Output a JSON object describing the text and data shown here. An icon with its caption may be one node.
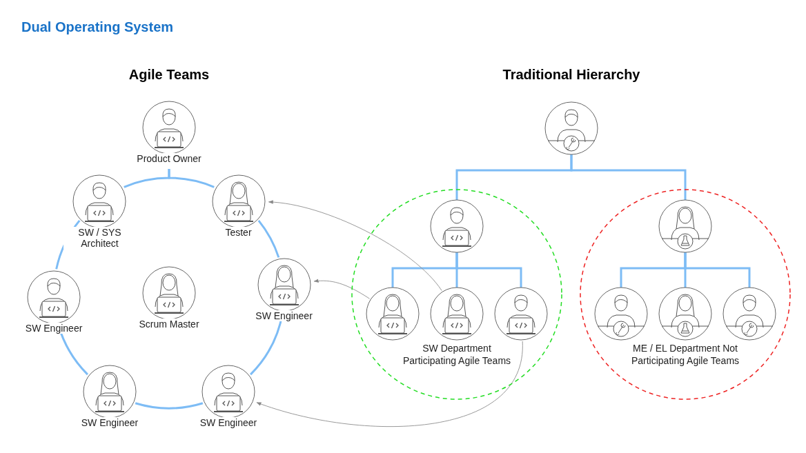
{
  "diagram": {
    "title": "Dual Operating System",
    "nodes": [
      {
        "text": [
          "Product Owner"
        ]
      },
      {
        "text": [
          "SW / SYS Architect"
        ]
      },
      {
        "text": [
          "Tester"
        ]
      },
      {
        "text": [
          "SW Engineer"
        ]
      },
      {
        "text": [
          "Scrum Master"
        ]
      },
      {
        "text": [
          "SW Engineer"
        ]
      },
      {
        "text": [
          "SW Engineer"
        ]
      },
      {
        "text": [
          "SW Engineer"
        ]
      },
      {
        "text": [],
        "shape": "person"
      },
      {
        "text": [
          "SW Department Participating Agile Teams"
        ]
      },
      {
        "text": [],
        "shape": "person",
        "in": 9
      },
      {
        "text": [],
        "shape": "person",
        "in": 9
      },
      {
        "text": [],
        "shape": "person",
        "in": 9
      },
      {
        "text": [],
        "shape": "person",
        "in": 9
      },
      {
        "text": [
          "ME / EL Department Not Participating Agile Teams"
        ]
      },
      {
        "text": [],
        "shape": "person",
        "in": 14
      },
      {
        "text": [],
        "shape": "person",
        "in": 14
      },
      {
        "text": [],
        "shape": "person",
        "in": 14
      },
      {
        "text": [],
        "shape": "person",
        "in": 14
      }
    ],
    "edges": [
      {
        "from": 0,
        "to": 1,
        "arrow": "none"
      },
      {
        "from": 0,
        "to": 2,
        "arrow": "none"
      },
      {
        "from": 2,
        "to": 5,
        "arrow": "none"
      },
      {
        "from": 5,
        "to": 7,
        "arrow": "none"
      },
      {
        "from": 7,
        "to": 6,
        "arrow": "none"
      },
      {
        "from": 6,
        "to": 3,
        "arrow": "none"
      },
      {
        "from": 3,
        "to": 1,
        "arrow": "none"
      },
      {
        "from": 8,
        "to": 10,
        "arrow": "none"
      },
      {
        "from": 8,
        "to": 15,
        "arrow": "none"
      },
      {
        "from": 10,
        "to": 11,
        "arrow": "none"
      },
      {
        "from": 10,
        "to": 12,
        "arrow": "none"
      },
      {
        "from": 10,
        "to": 13,
        "arrow": "none"
      },
      {
        "from": 15,
        "to": 16,
        "arrow": "none"
      },
      {
        "from": 15,
        "to": 17,
        "arrow": "none"
      },
      {
        "from": 15,
        "to": 18,
        "arrow": "none"
      },
      {
        "from": 12,
        "to": 2,
        "arrow": "to",
        "color": "#999999"
      },
      {
        "from": 11,
        "to": 5,
        "arrow": "to",
        "color": "#999999"
      },
      {
        "from": 13,
        "to": 7,
        "arrow": "to",
        "color": "#999999"
      }
    ],
    "labels": [
      "Agile Teams",
      "Traditional Hierarchy"
    ]
  }
}
